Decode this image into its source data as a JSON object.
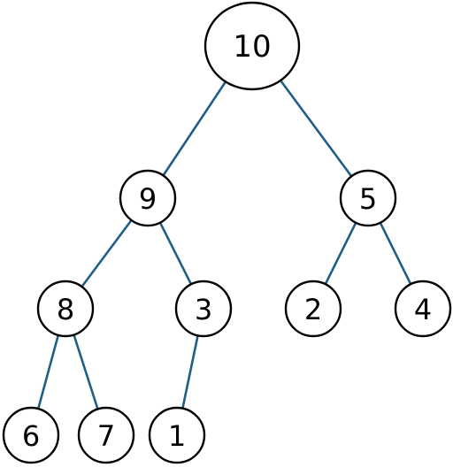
{
  "diagram": {
    "type": "binary-tree",
    "colors": {
      "edge": "#1f5f85",
      "node_fill": "#ffffff",
      "node_stroke": "#000000",
      "text": "#000000"
    },
    "nodes": [
      {
        "id": "n10",
        "label": "10"
      },
      {
        "id": "n9",
        "label": "9"
      },
      {
        "id": "n5",
        "label": "5"
      },
      {
        "id": "n8",
        "label": "8"
      },
      {
        "id": "n3",
        "label": "3"
      },
      {
        "id": "n2",
        "label": "2"
      },
      {
        "id": "n4",
        "label": "4"
      },
      {
        "id": "n6",
        "label": "6"
      },
      {
        "id": "n7",
        "label": "7"
      },
      {
        "id": "n1",
        "label": "1"
      }
    ],
    "edges": [
      {
        "from": "n10",
        "to": "n9"
      },
      {
        "from": "n10",
        "to": "n5"
      },
      {
        "from": "n9",
        "to": "n8"
      },
      {
        "from": "n9",
        "to": "n3"
      },
      {
        "from": "n5",
        "to": "n2"
      },
      {
        "from": "n5",
        "to": "n4"
      },
      {
        "from": "n8",
        "to": "n6"
      },
      {
        "from": "n8",
        "to": "n7"
      },
      {
        "from": "n3",
        "to": "n1"
      }
    ]
  }
}
